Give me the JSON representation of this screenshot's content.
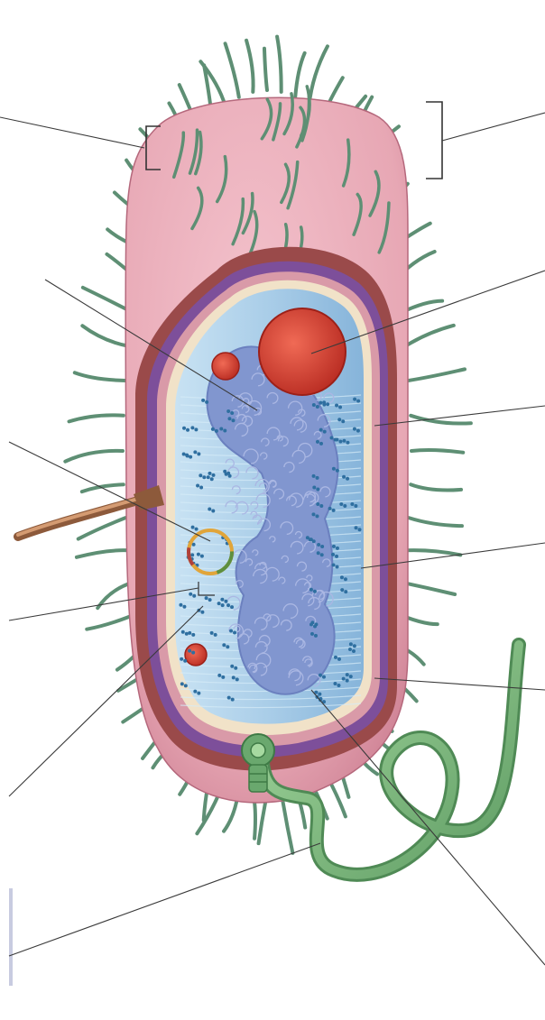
{
  "diagram": {
    "subject": "prokaryotic-cell",
    "labels": [],
    "colors": {
      "capsule": "#e7a7b4",
      "capsule_shade": "#c97a8e",
      "cell_wall_outer": "#9a4a4a",
      "cell_wall_purple": "#7d4f9a",
      "membrane": "#f1e2c8",
      "cytoplasm": "#a9cde8",
      "nucleoid": "#8196cf",
      "granule": "#d9463a",
      "pili": "#5e8f74",
      "flagellum": "#7fbd7d",
      "ribosome": "#2f6fa0",
      "leader_line": "#3a3a3a"
    },
    "leader_lines": 12,
    "ribosome_clusters": 90,
    "pili_count": 64
  }
}
